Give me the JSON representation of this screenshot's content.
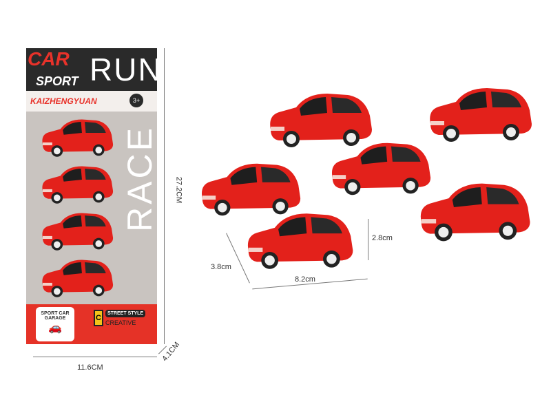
{
  "package": {
    "title_top": "CAR",
    "title_sport": "SPORT",
    "title_run": "RUN",
    "brand": "KAIZHENGYUAN",
    "age": "3+",
    "side_text": "RACE",
    "badge_top": "SPORT CAR",
    "badge_bottom": "GARAGE",
    "street": "STREET STYLE",
    "creative": "CREATIVE",
    "logo_letter": "C"
  },
  "dimensions": {
    "package_width": "11.6CM",
    "package_height": "27.2CM",
    "package_depth": "4.1CM",
    "car_length": "8.2cm",
    "car_width": "3.8cm",
    "car_height": "2.8cm"
  },
  "colors": {
    "car_red": "#e3211b",
    "package_red": "#e53227",
    "package_dark": "#2a2a2a"
  }
}
